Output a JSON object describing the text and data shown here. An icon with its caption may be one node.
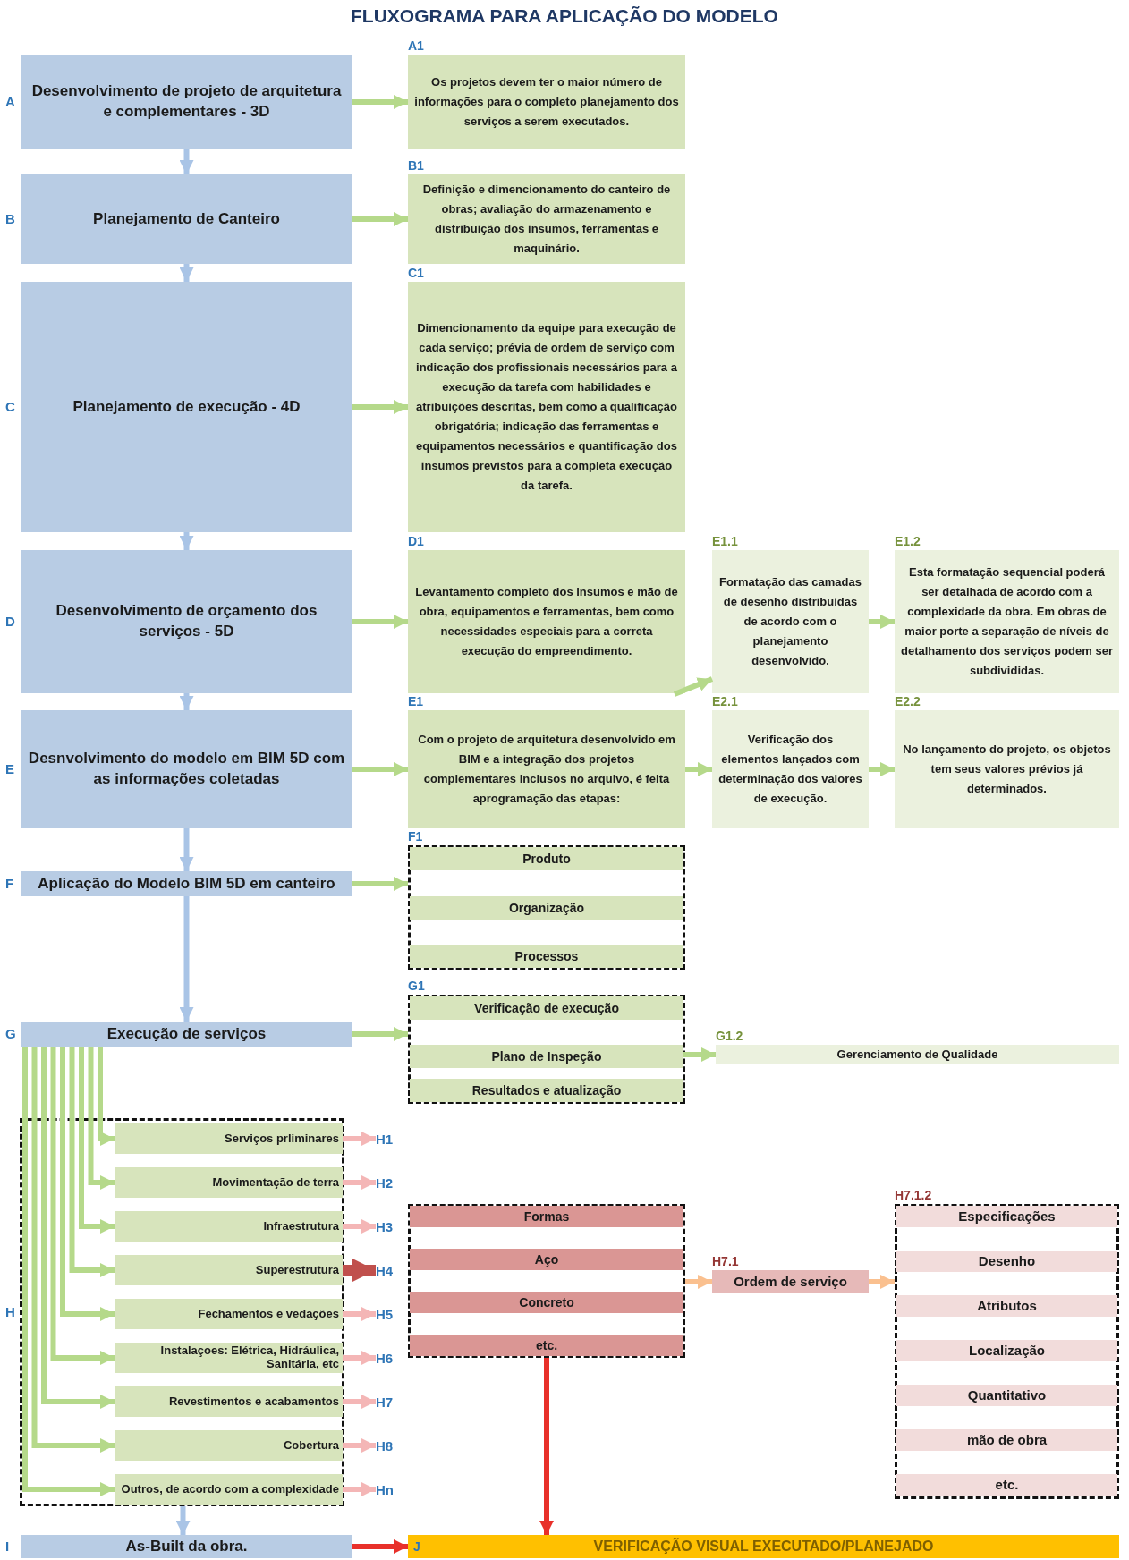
{
  "diagram": {
    "title": "FLUXOGRAMA PARA APLICAÇÃO DO MODELO",
    "nodes": [
      {
        "text": [
          "Desenvolvimento de projeto de arquitetura e complementares - 3D"
        ],
        "beside": [
          "A"
        ]
      },
      {
        "text": [
          "A1",
          "Os projetos devem ter o maior número de informações para o completo planejamento dos serviços a serem executados."
        ]
      },
      {
        "text": [
          "Planejamento de Canteiro"
        ],
        "beside": [
          "B"
        ]
      },
      {
        "text": [
          "B1",
          "Definição e dimencionamento do canteiro de obras; avaliação do armazenamento e distribuição dos insumos, ferramentas e maquinário."
        ]
      },
      {
        "text": [
          "Planejamento de execução - 4D"
        ],
        "beside": [
          "C"
        ]
      },
      {
        "text": [
          "C1",
          "Dimencionamento da equipe para execução de cada serviço; prévia de ordem de serviço com indicação dos profissionais necessários para a execução da tarefa com habilidades e atribuições descritas, bem como a qualificação obrigatória; indicação das ferramentas e equipamentos necessários e quantificação dos insumos previstos para a completa execução da tarefa."
        ]
      },
      {
        "text": [
          "Desenvolvimento de orçamento dos serviços - 5D"
        ],
        "beside": [
          "D"
        ]
      },
      {
        "text": [
          "D1",
          "Levantamento completo dos insumos e mão de obra, equipamentos e ferramentas, bem como necessidades especiais para a correta execução do empreendimento."
        ]
      },
      {
        "text": [
          "E1.1",
          "Formatação das camadas de desenho distribuídas de acordo com o planejamento desenvolvido."
        ]
      },
      {
        "text": [
          "E1.2",
          "Esta formatação sequencial poderá ser detalhada de acordo com a complexidade da obra. Em obras de maior porte a separação de níveis de detalhamento dos serviços podem ser subdivididas."
        ]
      },
      {
        "text": [
          "Desnvolvimento do modelo em BIM 5D com as informações coletadas"
        ],
        "beside": [
          "E"
        ]
      },
      {
        "text": [
          "E1",
          "Com o projeto de arquitetura desenvolvido em BIM e a integração dos projetos complementares inclusos no arquivo, é feita aprogramação das etapas:"
        ]
      },
      {
        "text": [
          "E2.1",
          "Verificação dos elementos lançados com determinação dos valores de execução."
        ]
      },
      {
        "text": [
          "E2.2",
          "No lançamento do projeto, os objetos tem seus valores prévios já determinados."
        ]
      },
      {
        "text": [
          "Aplicação do Modelo BIM 5D em canteiro"
        ],
        "beside": [
          "F"
        ]
      },
      {
        "text": [
          "F1"
        ]
      },
      {
        "text": [
          "Produto"
        ],
        "in": 15
      },
      {
        "text": [
          "Organização"
        ],
        "in": 15
      },
      {
        "text": [
          "Processos"
        ],
        "in": 15
      },
      {
        "text": [
          "Execução de serviços"
        ],
        "beside": [
          "G"
        ]
      },
      {
        "text": [
          "G1"
        ]
      },
      {
        "text": [
          "Verificação de execução"
        ],
        "in": 20
      },
      {
        "text": [
          "Plano de Inspeção"
        ],
        "in": 20
      },
      {
        "text": [
          "Resultados e atualização"
        ],
        "in": 20
      },
      {
        "text": [
          "G1.2",
          "Gerenciamento de Qualidade"
        ]
      },
      {
        "text": [],
        "shape": "box",
        "beside": [
          "H"
        ]
      },
      {
        "text": [
          "Serviços prliminares"
        ],
        "in": 25
      },
      {
        "text": [
          "Movimentação de terra"
        ],
        "in": 25
      },
      {
        "text": [
          "Infraestrutura"
        ],
        "in": 25
      },
      {
        "text": [
          "Superestrutura"
        ],
        "in": 25
      },
      {
        "text": [
          "Fechamentos e vedações"
        ],
        "in": 25
      },
      {
        "text": [
          "Instalaçoes: Elétrica, Hidráulica, Sanitária, etc"
        ],
        "in": 25
      },
      {
        "text": [
          "Revestimentos e acabamentos"
        ],
        "in": 25
      },
      {
        "text": [
          "Cobertura"
        ],
        "in": 25
      },
      {
        "text": [
          "Outros, de acordo com a complexidade"
        ],
        "in": 25
      },
      {
        "text": [
          "H1"
        ]
      },
      {
        "text": [
          "H2"
        ]
      },
      {
        "text": [
          "H3"
        ]
      },
      {
        "text": [
          "H4"
        ]
      },
      {
        "text": [
          "H5"
        ]
      },
      {
        "text": [
          "H6"
        ]
      },
      {
        "text": [
          "H7"
        ]
      },
      {
        "text": [
          "H8"
        ]
      },
      {
        "text": [
          "Hn"
        ]
      },
      {
        "text": [],
        "shape": "box"
      },
      {
        "text": [
          "Formas"
        ],
        "in": 44
      },
      {
        "text": [
          "Aço"
        ],
        "in": 44
      },
      {
        "text": [
          "Concreto"
        ],
        "in": 44
      },
      {
        "text": [
          "etc."
        ],
        "in": 44
      },
      {
        "text": [
          "H7.1",
          "Ordem de serviço"
        ]
      },
      {
        "text": [
          "H7.1.2"
        ]
      },
      {
        "text": [
          "Especificações"
        ],
        "in": 50
      },
      {
        "text": [
          "Desenho"
        ],
        "in": 50
      },
      {
        "text": [
          "Atributos"
        ],
        "in": 50
      },
      {
        "text": [
          "Localização"
        ],
        "in": 50
      },
      {
        "text": [
          "Quantitativo"
        ],
        "in": 50
      },
      {
        "text": [
          "mão de obra"
        ],
        "in": 50
      },
      {
        "text": [
          "etc."
        ],
        "in": 50
      },
      {
        "text": [
          "As-Built da obra."
        ],
        "beside": [
          "I"
        ]
      },
      {
        "text": [
          "J",
          "VERIFICAÇÃO VISUAL EXECUTADO/PLANEJADO"
        ]
      }
    ],
    "edges": [
      {
        "from": 0,
        "to": 2,
        "arrow": "to",
        "color": "#a9c4e6"
      },
      {
        "from": 2,
        "to": 4,
        "arrow": "to",
        "color": "#a9c4e6"
      },
      {
        "from": 4,
        "to": 6,
        "arrow": "to",
        "color": "#a9c4e6"
      },
      {
        "from": 6,
        "to": 10,
        "arrow": "to",
        "color": "#a9c4e6"
      },
      {
        "from": 10,
        "to": 14,
        "arrow": "to",
        "color": "#a9c4e6"
      },
      {
        "from": 14,
        "to": 19,
        "arrow": "to",
        "color": "#a9c4e6"
      },
      {
        "from": 0,
        "to": 1,
        "arrow": "to"
      },
      {
        "from": 2,
        "to": 3,
        "arrow": "to"
      },
      {
        "from": 4,
        "to": 5,
        "arrow": "to"
      },
      {
        "from": 6,
        "to": 7,
        "arrow": "to"
      },
      {
        "from": 10,
        "to": 11,
        "arrow": "to"
      },
      {
        "from": 11,
        "to": 8,
        "arrow": "to"
      },
      {
        "from": 8,
        "to": 9,
        "arrow": "to"
      },
      {
        "from": 11,
        "to": 12,
        "arrow": "to"
      },
      {
        "from": 12,
        "to": 13,
        "arrow": "to"
      },
      {
        "from": 14,
        "to": 15,
        "arrow": "to"
      },
      {
        "from": 19,
        "to": 20,
        "arrow": "to"
      },
      {
        "from": 22,
        "to": 24,
        "arrow": "to"
      },
      {
        "from": 19,
        "to": 26,
        "arrow": "to"
      },
      {
        "from": 19,
        "to": 27,
        "arrow": "to"
      },
      {
        "from": 19,
        "to": 28,
        "arrow": "to"
      },
      {
        "from": 19,
        "to": 29,
        "arrow": "to"
      },
      {
        "from": 19,
        "to": 30,
        "arrow": "to"
      },
      {
        "from": 19,
        "to": 31,
        "arrow": "to"
      },
      {
        "from": 19,
        "to": 32,
        "arrow": "to"
      },
      {
        "from": 19,
        "to": 33,
        "arrow": "to"
      },
      {
        "from": 19,
        "to": 34,
        "arrow": "to"
      },
      {
        "from": 26,
        "to": 35,
        "arrow": "to",
        "color": "#f4b6b6"
      },
      {
        "from": 27,
        "to": 36,
        "arrow": "to",
        "color": "#f4b6b6"
      },
      {
        "from": 28,
        "to": 37,
        "arrow": "to",
        "color": "#f4b6b6"
      },
      {
        "from": 29,
        "to": 38,
        "arrow": "to",
        "style": "thick",
        "color": "#c0504d"
      },
      {
        "from": 30,
        "to": 39,
        "arrow": "to",
        "color": "#f4b6b6"
      },
      {
        "from": 31,
        "to": 40,
        "arrow": "to",
        "color": "#f4b6b6"
      },
      {
        "from": 32,
        "to": 41,
        "arrow": "to",
        "color": "#f4b6b6"
      },
      {
        "from": 33,
        "to": 42,
        "arrow": "to",
        "color": "#f4b6b6"
      },
      {
        "from": 34,
        "to": 43,
        "arrow": "to",
        "color": "#f4b6b6"
      },
      {
        "from": 44,
        "to": 49,
        "arrow": "to",
        "color": "#fac08f"
      },
      {
        "from": 49,
        "to": 50,
        "arrow": "to",
        "color": "#fac08f"
      },
      {
        "from": 44,
        "to": 59,
        "arrow": "to",
        "color": "#e8302a"
      },
      {
        "from": 25,
        "to": 58,
        "arrow": "to",
        "color": "#a9c4e6"
      },
      {
        "from": 58,
        "to": 59,
        "arrow": "to",
        "color": "#e8302a"
      }
    ]
  }
}
